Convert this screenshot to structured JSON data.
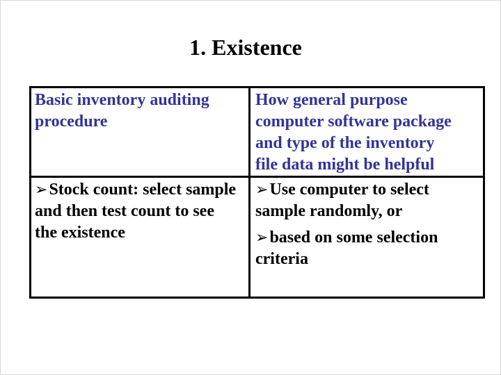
{
  "slide": {
    "title": "1. Existence"
  },
  "colors": {
    "background": "#ffffff",
    "header_text": "#333399",
    "body_text": "#000000",
    "border": "#000000"
  },
  "table": {
    "header_row": {
      "left": "Basic inventory auditing\nprocedure",
      "right": "How general purpose\ncomputer software package\nand type of the inventory\nfile data might be helpful"
    },
    "body_row": {
      "left_items": [
        {
          "bullet": "➢",
          "text": "Stock count: select sample\nand then test count to see\nthe existence"
        }
      ],
      "right_items": [
        {
          "bullet": "➢",
          "text": "Use computer to select\nsample randomly, or"
        },
        {
          "bullet": "➢",
          "text": "based on some selection\ncriteria"
        }
      ]
    }
  }
}
